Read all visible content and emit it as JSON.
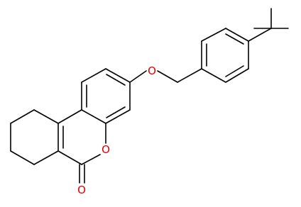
{
  "molecule": {
    "atom_labels": {
      "ether_oxygen": "O",
      "ring_oxygen": "O",
      "carbonyl_oxygen": "O"
    },
    "colors": {
      "bond": "#000000",
      "heteroatom": "#e00000",
      "background": "#ffffff"
    }
  }
}
